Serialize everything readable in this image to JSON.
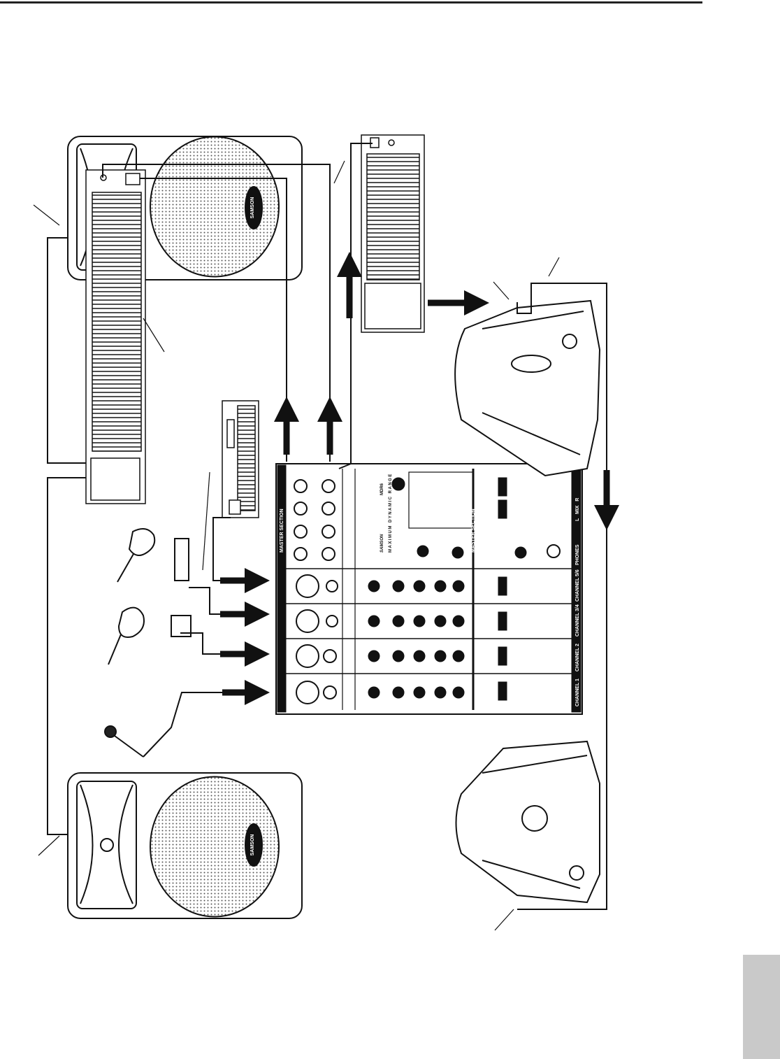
{
  "mixer": {
    "brand": "SAMSON",
    "model": "MDR6",
    "tagline": "MAXIMUM DYNAMIC RANGE",
    "master_section": "MASTER SECTION",
    "channels": [
      "CHANNEL 1",
      "CHANNEL 2",
      "CHANNEL 3/4",
      "CHANNEL 5/6"
    ],
    "mix_label": "L   MIX   R",
    "phones_label": "PHONES"
  },
  "speaker_logo": "SAMSON",
  "colors": {
    "ink": "#111111",
    "tab": "#c9c9c9"
  }
}
